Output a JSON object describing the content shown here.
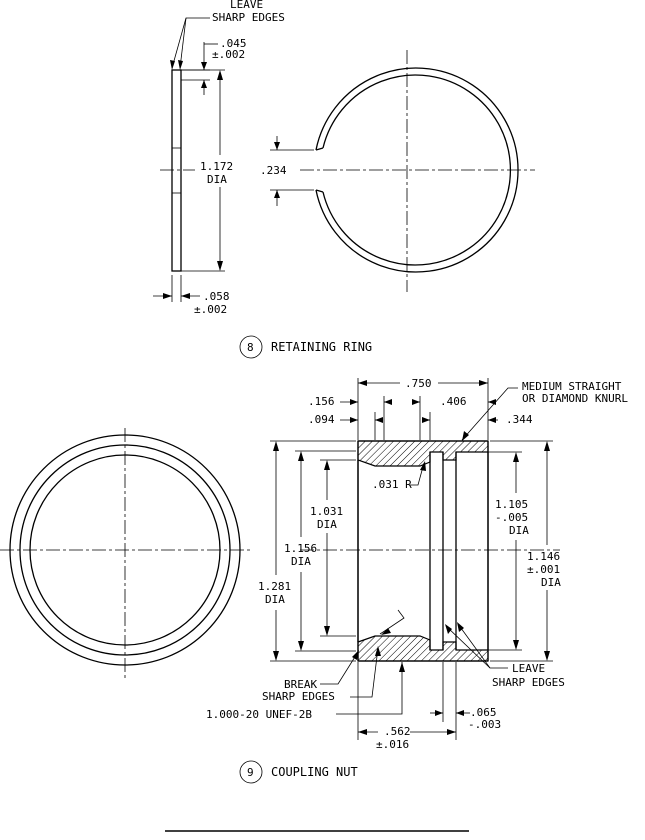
{
  "ring": {
    "leave_sharp_1": "LEAVE",
    "leave_sharp_2": "SHARP EDGES",
    "tol_width_1": ".045",
    "tol_width_2": "±.002",
    "dia_value": "1.172",
    "dia_label": "DIA",
    "gap": ".234",
    "thick_1": ".058",
    "thick_2": "±.002",
    "callout_num": "8",
    "title": "RETAINING RING"
  },
  "nut": {
    "overall": ".750",
    "d156": ".156",
    "d094": ".094",
    "d406": ".406",
    "d344": ".344",
    "knurl_1": "MEDIUM STRAIGHT",
    "knurl_2": "OR DIAMOND KNURL",
    "radius": ".031 R",
    "dia1031_1": "1.031",
    "dia1031_2": "DIA",
    "dia1156_1": "1.156",
    "dia1156_2": "DIA",
    "dia1281_1": "1.281",
    "dia1281_2": "DIA",
    "dia1105_1": "1.105",
    "dia1105_2": "-.005",
    "dia1105_3": "DIA",
    "dia1146_1": "1.146",
    "dia1146_2": "±.001",
    "dia1146_3": "DIA",
    "break_1": "BREAK",
    "break_2": "SHARP EDGES",
    "leave_1": "LEAVE",
    "leave_2": "SHARP EDGES",
    "thread": "1.000-20 UNEF-2B",
    "d065_1": ".065",
    "d065_2": "-.003",
    "d562_1": ".562",
    "d562_2": "±.016",
    "callout_num": "9",
    "title": "COUPLING NUT"
  }
}
